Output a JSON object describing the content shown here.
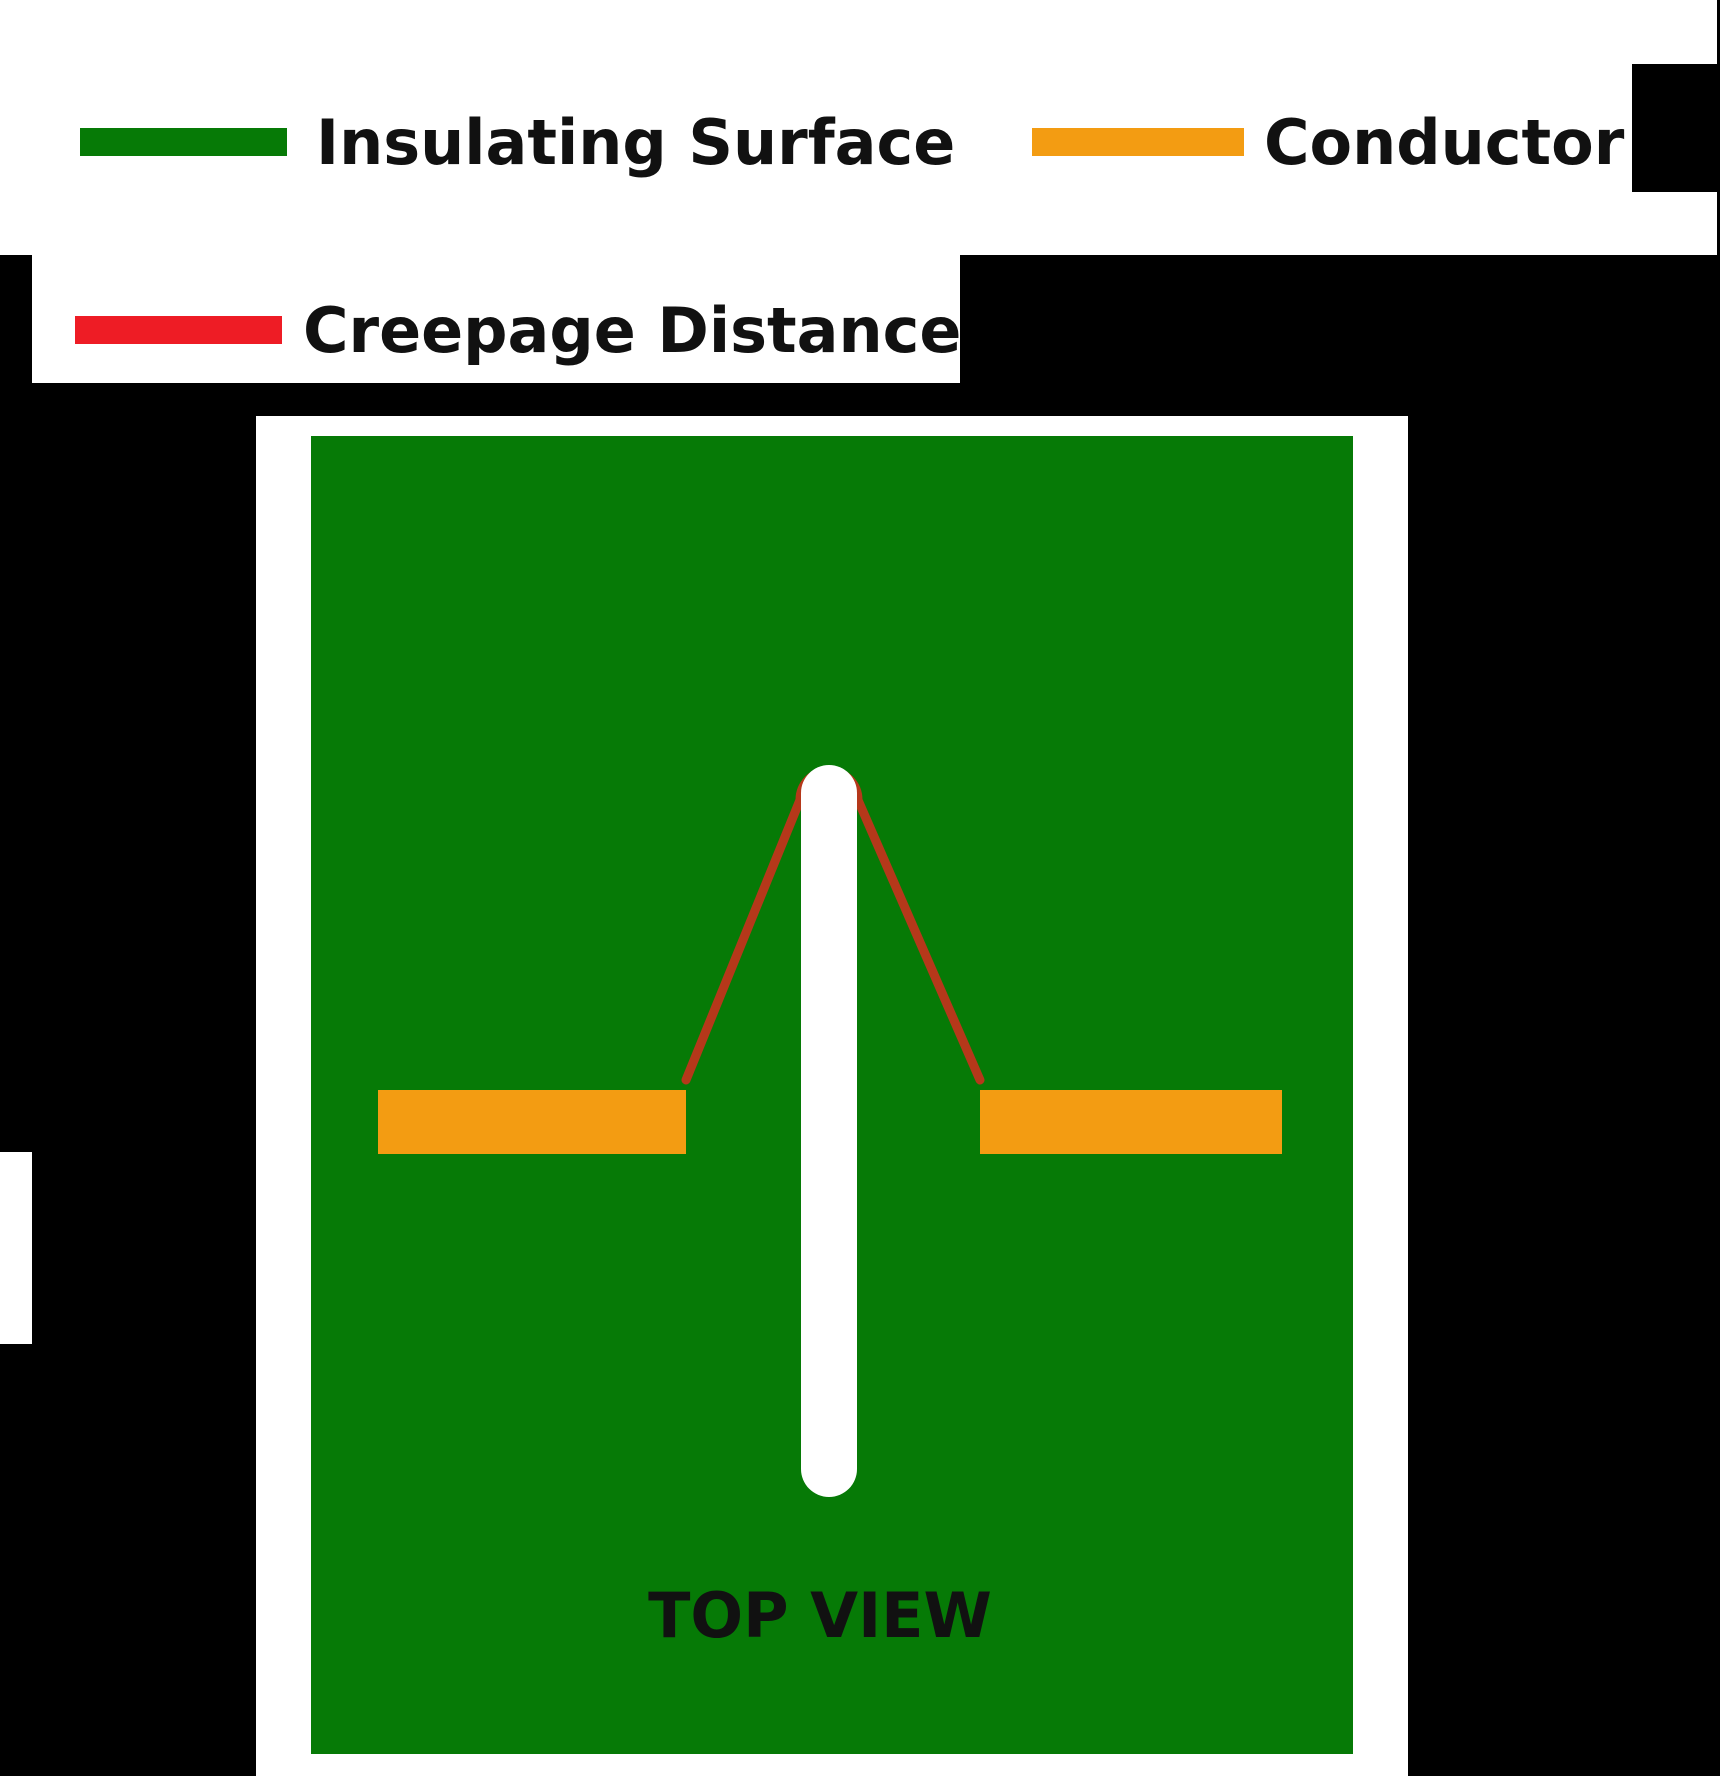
{
  "legend": {
    "items": [
      {
        "label": "Insulating Surface",
        "color": "#067a06"
      },
      {
        "label": "Conductor",
        "color": "#f39c12"
      },
      {
        "label": "Creepage Distance",
        "color": "#ee1c25"
      }
    ]
  },
  "diagram": {
    "view_label": "TOP VIEW",
    "colors": {
      "board": "#067a06",
      "conductor": "#f39c12",
      "slot": "#ffffff",
      "creepage": "#b5381a"
    }
  }
}
